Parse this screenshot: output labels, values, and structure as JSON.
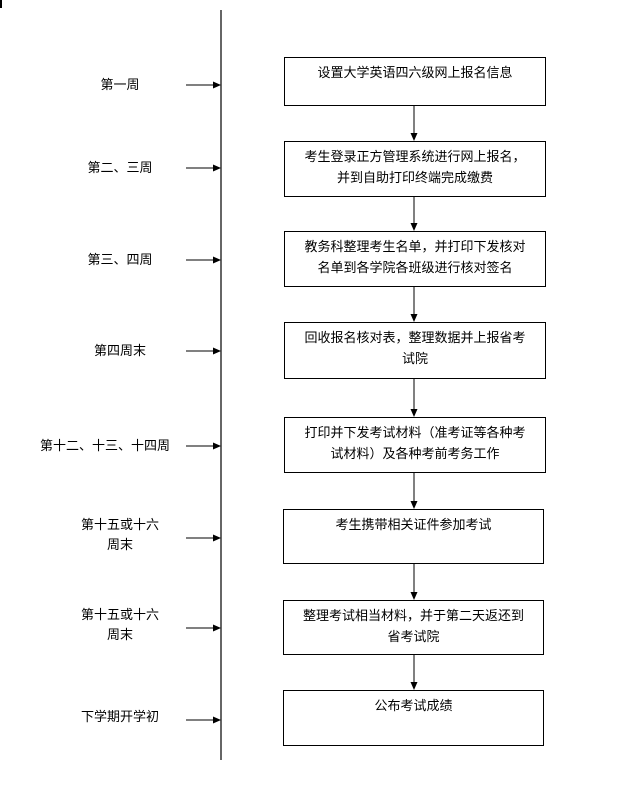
{
  "rows": [
    {
      "week": "第一周",
      "step": "设置大学英语四六级网上报名信息"
    },
    {
      "week": "第二、三周",
      "step": "考生登录正方管理系统进行网上报名，\n并到自助打印终端完成缴费"
    },
    {
      "week": "第三、四周",
      "step": "教务科整理考生名单，并打印下发核对\n名单到各学院各班级进行核对签名"
    },
    {
      "week": "第四周末",
      "step": "回收报名核对表，整理数据并上报省考\n试院"
    },
    {
      "week": "第十二、十三、十四周",
      "step": "打印并下发考试材料（准考证等各种考\n试材料）及各种考前考务工作"
    },
    {
      "week": "第十五或十六\n周末",
      "step": "考生携带相关证件参加考试"
    },
    {
      "week": "第十五或十六\n周末",
      "step": "整理考试相当材料，并于第二天返还到\n省考试院"
    },
    {
      "week": "下学期开学初",
      "step": "公布考试成绩"
    }
  ]
}
